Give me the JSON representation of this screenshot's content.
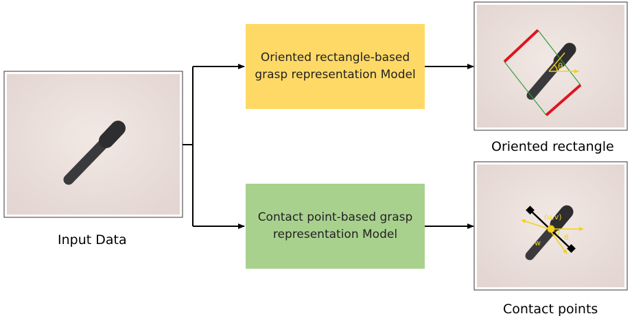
{
  "input": {
    "caption": "Input Data"
  },
  "models": [
    {
      "line1": "Oriented rectangle-based",
      "line2": "grasp representation Model",
      "fill": "#FFD966"
    },
    {
      "line1": "Contact point-based grasp",
      "line2": "representation Model",
      "fill": "#A9D18E"
    }
  ],
  "outputs": [
    {
      "caption": "Oriented rectangle",
      "annotations": {
        "angle": "θ"
      }
    },
    {
      "caption": "Contact points",
      "annotations": {
        "point": "(u,v)",
        "width": "w",
        "angle": "θ"
      }
    }
  ],
  "colors": {
    "rectangle_jaw": "#E0141E",
    "rectangle_side": "#2E9E3E",
    "annotation": "#F2D21A",
    "arrow": "#000000",
    "photo_background": "#E9DDD9",
    "object": "#3A3A3C"
  }
}
